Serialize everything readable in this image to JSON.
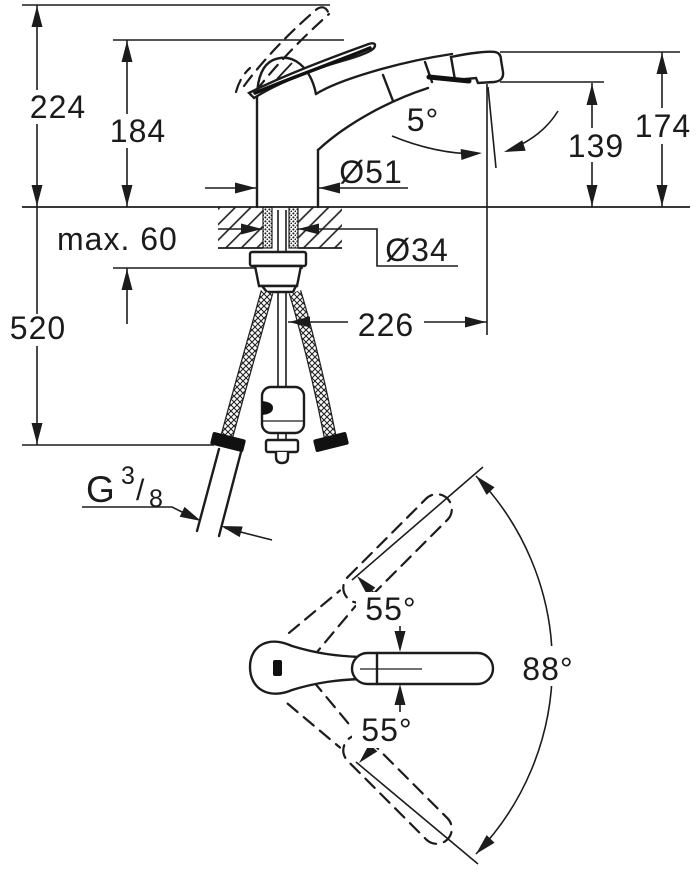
{
  "drawing": {
    "title": "faucet-dimension-drawing",
    "colors": {
      "line": "#1c1c1c",
      "background": "#ffffff"
    },
    "side_view": {
      "overall_height": "224",
      "body_height": "184",
      "spout_end_height": "174",
      "outlet_height": "139",
      "spray_angle": "5°",
      "body_diameter": "Ø51",
      "mounting_hole_diameter": "Ø34",
      "max_deck_thickness": "max. 60",
      "hose_drop": "520",
      "spout_reach": "226",
      "supply_thread": {
        "prefix": "G",
        "numerator": "3",
        "slash": "/",
        "denominator": "8"
      }
    },
    "plan_view": {
      "handle_swing_up": "55°",
      "handle_swing_down": "55°",
      "total_swing": "88°"
    }
  }
}
